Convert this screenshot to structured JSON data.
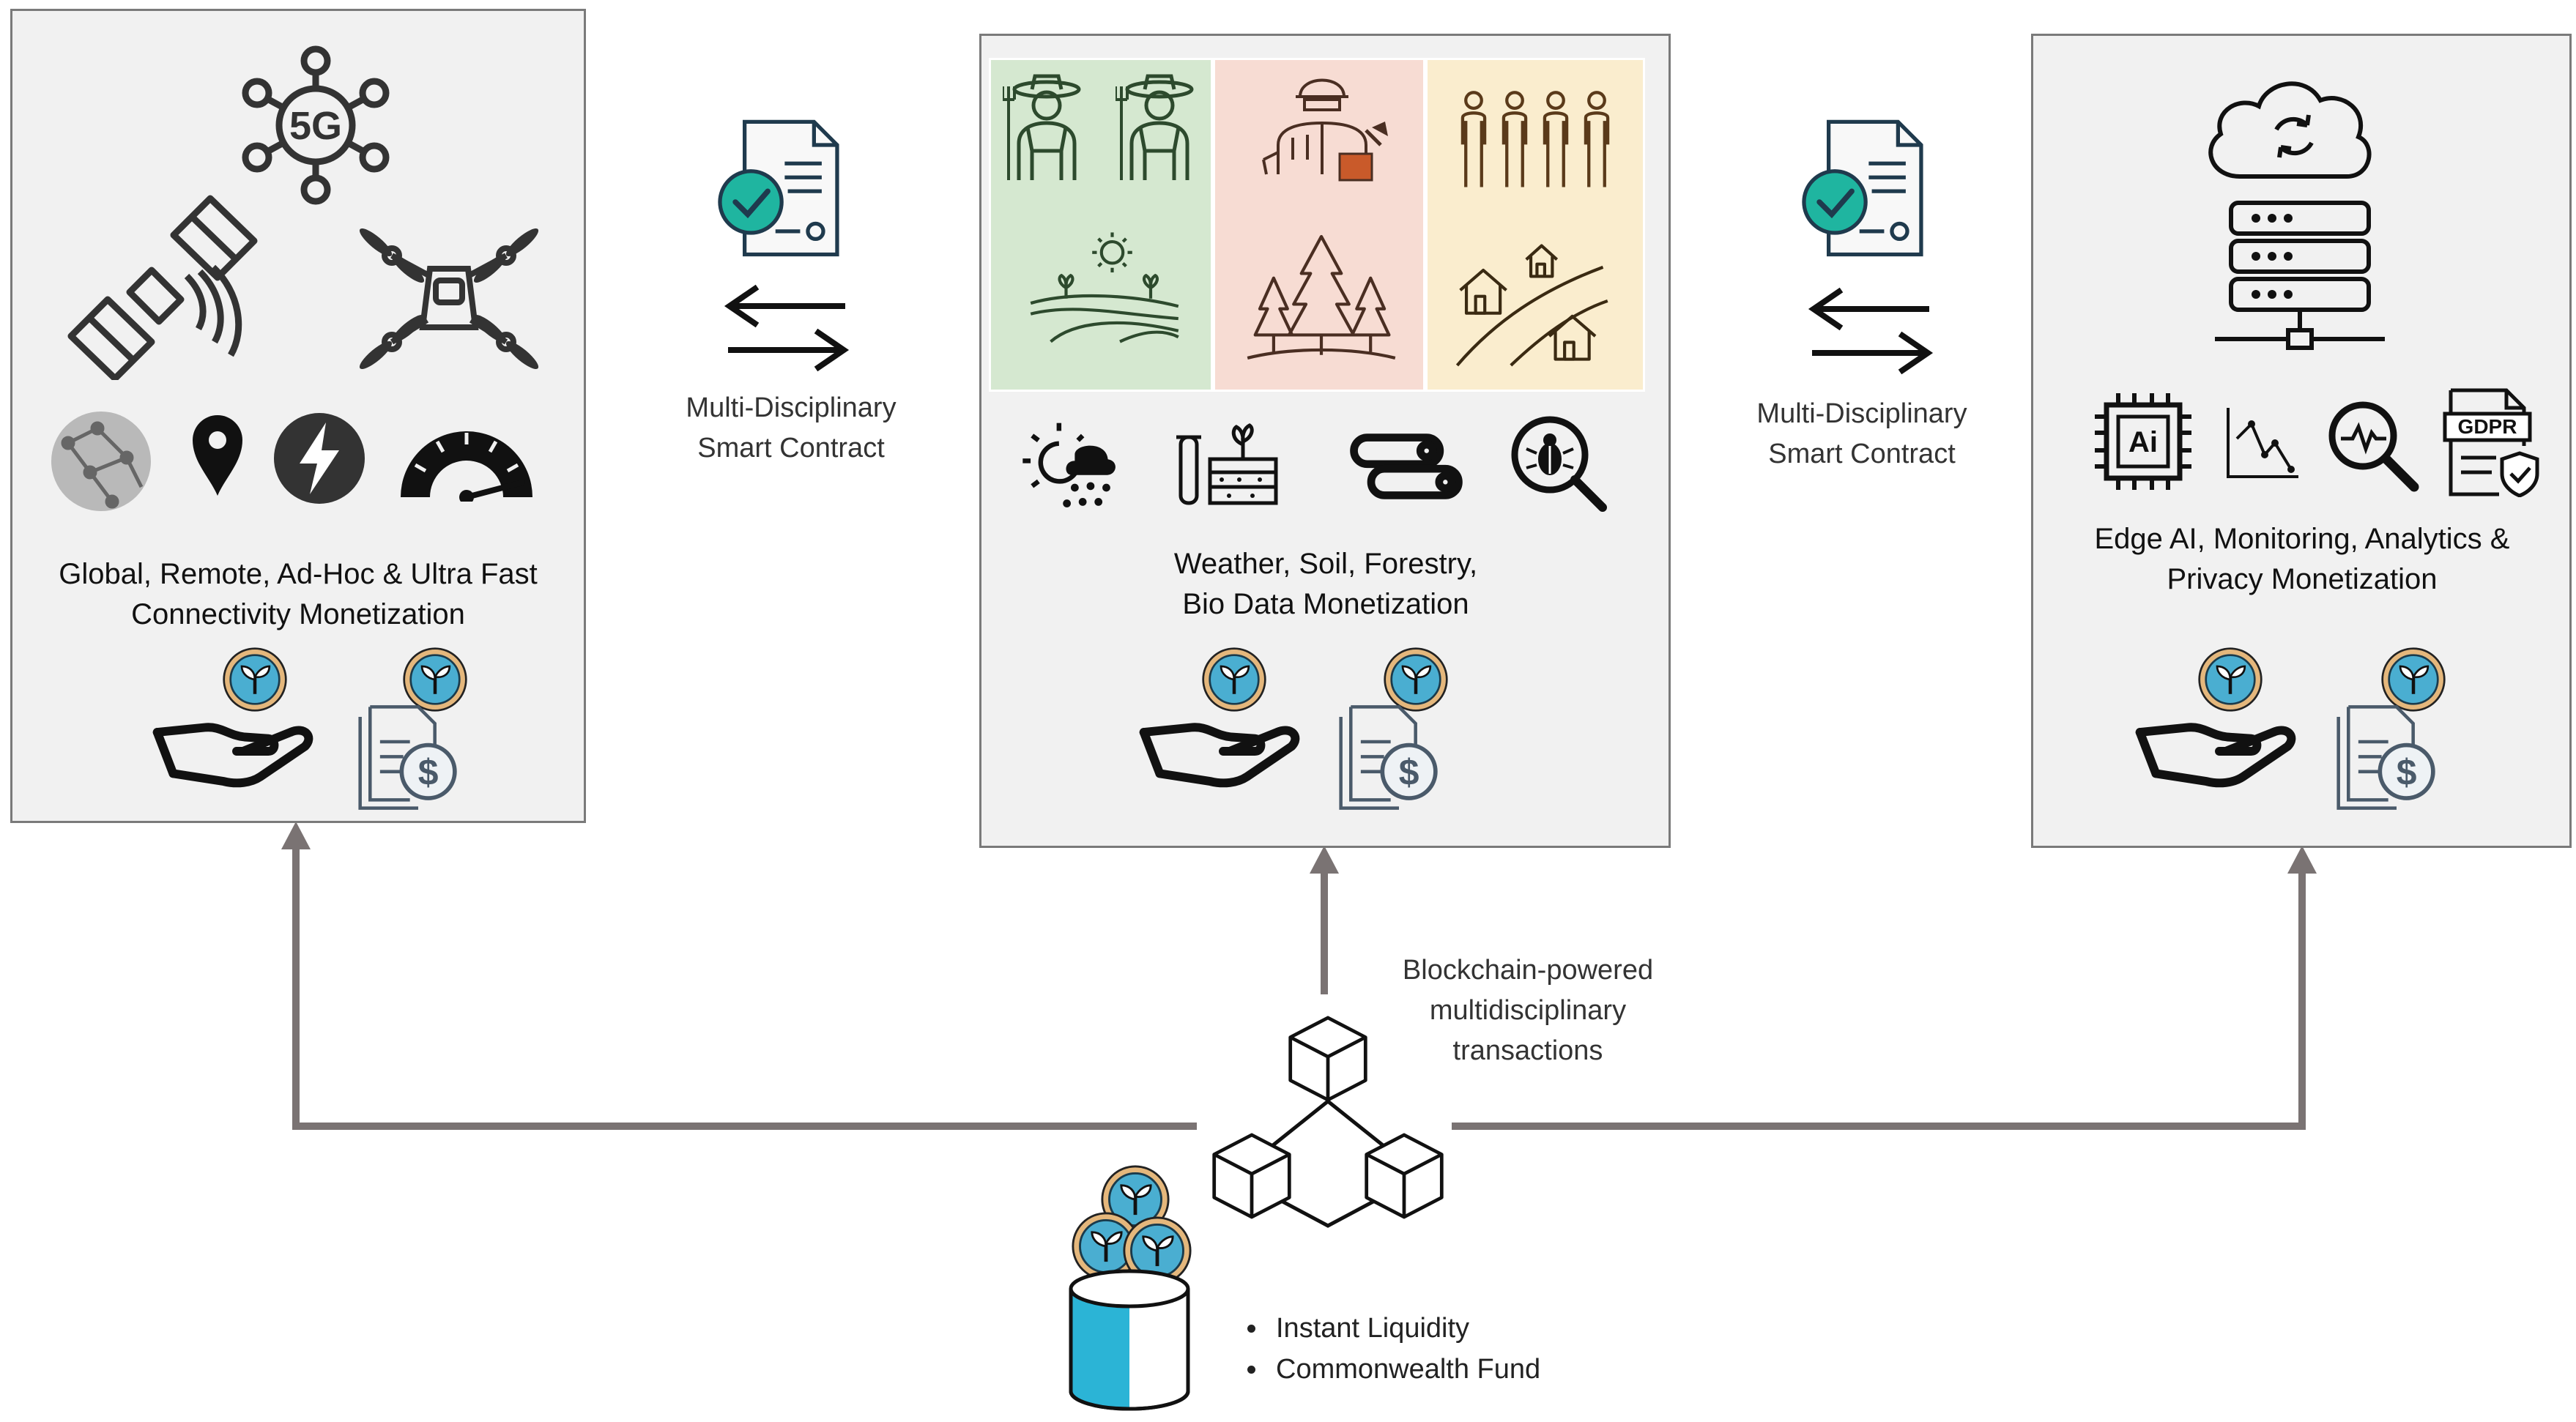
{
  "left_panel": {
    "title_line1": "Global, Remote, Ad-Hoc & Ultra Fast",
    "title_line2": "Connectivity Monetization",
    "badge_5g": "5G"
  },
  "center_panel": {
    "title_line1": "Weather, Soil, Forestry,",
    "title_line2": "Bio Data Monetization",
    "zone_colors": [
      "#d5e8d0",
      "#f7dcd3",
      "#faedce"
    ]
  },
  "right_panel": {
    "title_line1": "Edge AI, Monitoring, Analytics &",
    "title_line2": "Privacy Monetization",
    "chip_label": "Ai",
    "gdpr_label": "GDPR"
  },
  "contract_left": {
    "line1": "Multi-Disciplinary",
    "line2": "Smart Contract"
  },
  "contract_right": {
    "line1": "Multi-Disciplinary",
    "line2": "Smart Contract"
  },
  "blockchain": {
    "line1": "Blockchain-powered",
    "line2": "multidisciplinary",
    "line3": "transactions"
  },
  "fund": {
    "items": [
      "Instant Liquidity",
      "Commonwealth Fund"
    ]
  },
  "colors": {
    "coin": "#4aaed1",
    "coin_rim": "#e4b77c",
    "check": "#1fb5a0",
    "arrow": "#7a7373",
    "cylinder": "#2bb4d6"
  }
}
